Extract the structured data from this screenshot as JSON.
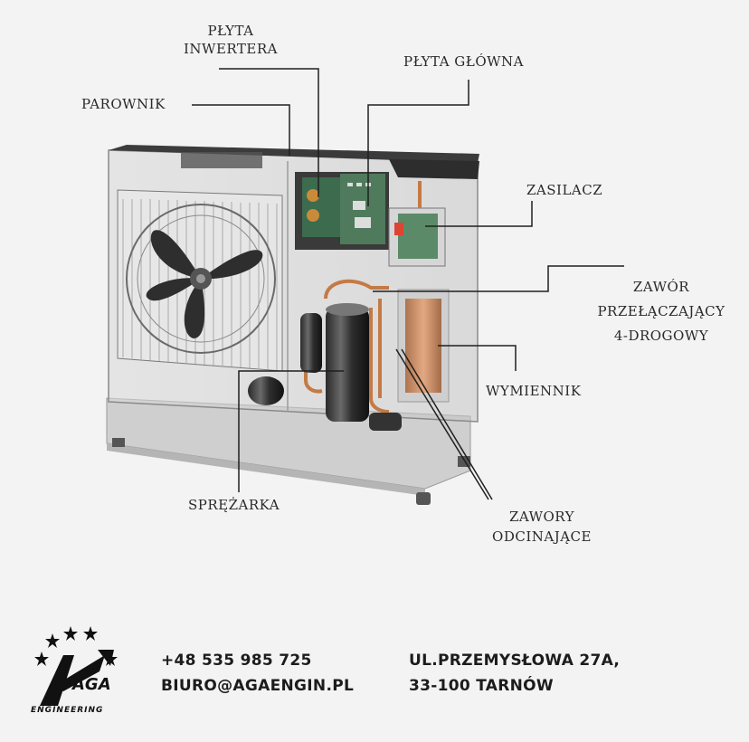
{
  "labels": {
    "plyta_inwertera_1": "PŁYTA",
    "plyta_inwertera_2": "INWERTERA",
    "plyta_glowna": "PŁYTA GŁÓWNA",
    "parownik": "PAROWNIK",
    "zasilacz": "ZASILACZ",
    "zawor_1": "ZAWÓR",
    "zawor_2": "PRZEŁĄCZAJĄCY",
    "zawor_3": "4-DROGOWY",
    "wymiennik": "WYMIENNIK",
    "sprezarka": "SPRĘŻARKA",
    "zawory_1": "ZAWORY",
    "zawory_2": "ODCINAJĄCE"
  },
  "contact": {
    "phone": "+48 535 985 725",
    "email": "BIURO@AGAENGIN.PL",
    "address_1": "UL.PRZEMYSŁOWA 27A,",
    "address_2": "33-100 TARNÓW"
  },
  "logo": {
    "text": "AGA",
    "sub": "ENGINEERING",
    "icon": "star-icon"
  }
}
